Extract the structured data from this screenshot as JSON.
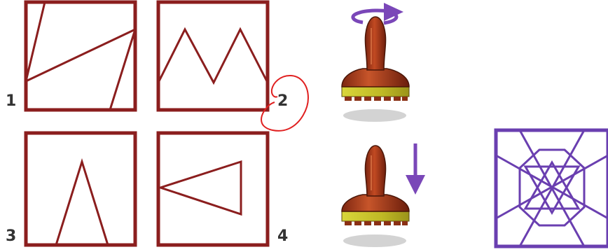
{
  "panels": [
    {
      "label": "1"
    },
    {
      "label": "2"
    },
    {
      "label": "3"
    },
    {
      "label": "4"
    }
  ],
  "colors": {
    "frame": "#8b1e1e",
    "target": "#6a3fb0",
    "circle": "#e02020",
    "stamp_body": "#a53a1c",
    "stamp_base": "#c9c62a",
    "shadow": "#d3d3d3"
  },
  "icons": {
    "rotate": "rotate-arrow-icon",
    "press": "down-arrow-icon",
    "stamp": "stamp-icon"
  }
}
